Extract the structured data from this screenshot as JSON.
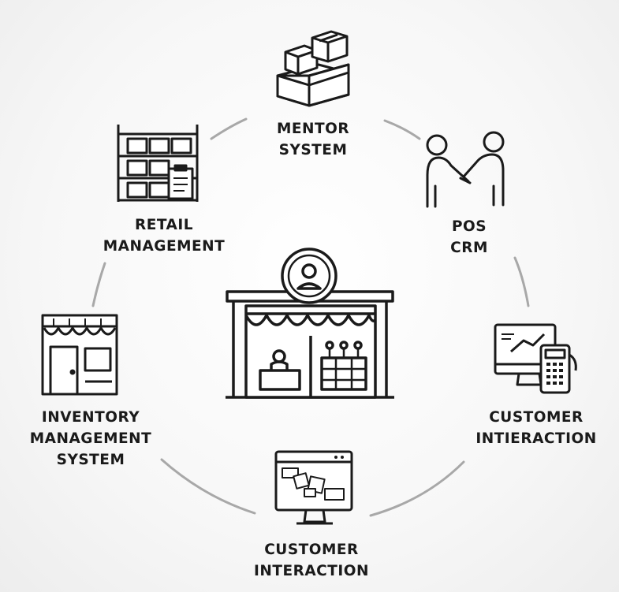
{
  "diagram": {
    "nodes": [
      {
        "id": "mentor",
        "lines": [
          "MENTOR",
          "SYSTEM"
        ],
        "icon": "boxes-icon"
      },
      {
        "id": "pos",
        "lines": [
          "POS",
          "CRM"
        ],
        "icon": "handshake-icon"
      },
      {
        "id": "customer-right",
        "lines": [
          "CUSTOMER",
          "INTIERACTION"
        ],
        "icon": "pos-terminal-icon"
      },
      {
        "id": "customer-bottom",
        "lines": [
          "CUSTOMER",
          "INTERACTION"
        ],
        "icon": "monitor-icon"
      },
      {
        "id": "inventory",
        "lines": [
          "INVENTORY",
          "MANAGEMENT",
          "SYSTEM"
        ],
        "icon": "shopfront-icon"
      },
      {
        "id": "retail",
        "lines": [
          "RETAIL",
          "MANAGEMENT"
        ],
        "icon": "shelving-icon"
      }
    ],
    "center": {
      "icon": "store-icon"
    },
    "colors": {
      "stroke": "#1a1a1a",
      "ring": "#a8a8a8"
    }
  }
}
